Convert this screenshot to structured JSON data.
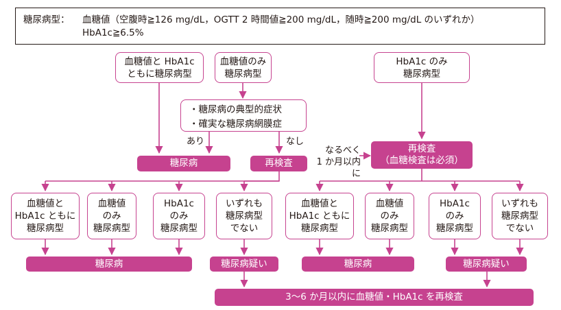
{
  "definition": {
    "label": "糖尿病型：",
    "line1": "血糖値（空腹時≧126 mg/dL，OGTT 2 時間値≧200 mg/dL，随時≧200 mg/dL のいずれか）",
    "line2": "HbA1c≧6.5%"
  },
  "top": {
    "both": "血糖値と HbA1c\nともに糖尿病型",
    "glucose_only": "血糖値のみ\n糖尿病型",
    "hba1c_only": "HbA1c のみ\n糖尿病型"
  },
  "criteria": [
    "・糖尿病の典型的症状",
    "・確実な糖尿病網膜症"
  ],
  "branch": {
    "yes": "あり",
    "no": "なし"
  },
  "note": "なるべく\n1 か月以内に",
  "diabetes": "糖尿病",
  "retest": "再検査",
  "retest_required": "再検査\n（血糖検査は必須）",
  "left_results": [
    "血糖値と\nHbA1c ともに\n糖尿病型",
    "血糖値\nのみ\n糖尿病型",
    "HbA1c\nのみ\n糖尿病型",
    "いずれも\n糖尿病型\nでない"
  ],
  "right_results": [
    "血糖値と\nHbA1c ともに\n糖尿病型",
    "血糖値\nのみ\n糖尿病型",
    "HbA1c\nのみ\n糖尿病型",
    "いずれも\n糖尿病型\nでない"
  ],
  "left_outcomes": {
    "diabetes": "糖尿病",
    "suspected": "糖尿病疑い"
  },
  "right_outcomes": {
    "diabetes": "糖尿病",
    "suspected": "糖尿病疑い"
  },
  "final": "3〜6 か月以内に血糖値・HbA1c を再検査",
  "colors": {
    "accent": "#c6428f",
    "text": "#231815",
    "border": "#231815"
  }
}
